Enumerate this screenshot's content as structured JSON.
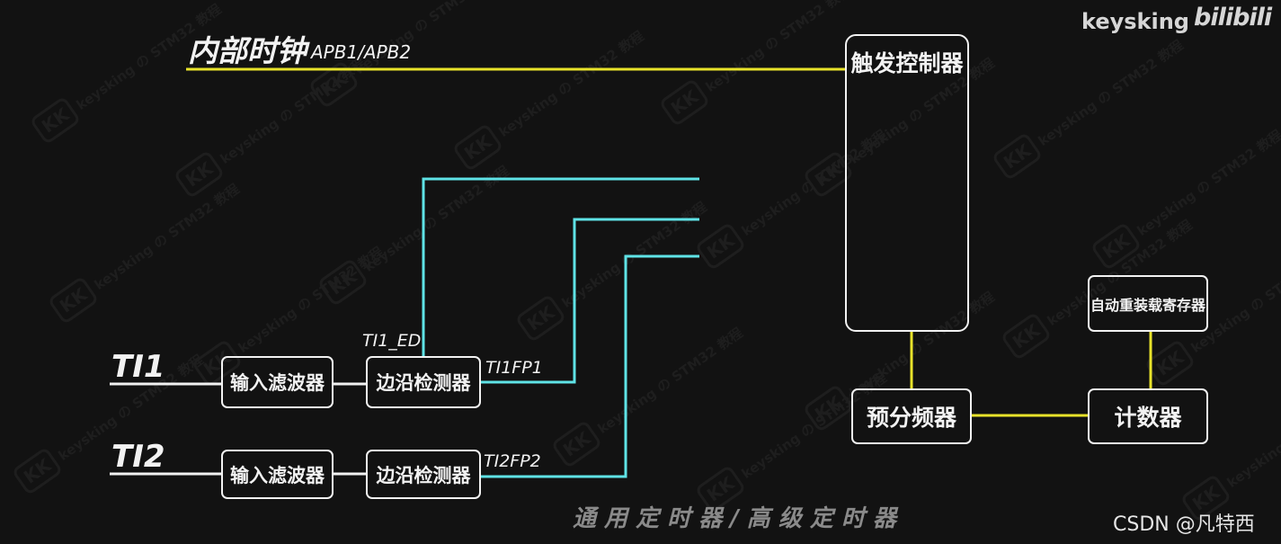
{
  "watermark": {
    "brand": "keysking",
    "mid": "の",
    "title": "STM32 教程",
    "logo": "KK"
  },
  "header": {
    "brand": "keysking",
    "site": "bilibili"
  },
  "diagram": {
    "clock_label": "内部时钟",
    "clock_sub": "APB1/APB2",
    "trigger": "触发控制器",
    "prescaler": "预分频器",
    "counter": "计数器",
    "arr": "自动重装载寄存器",
    "ti1": "TI1",
    "ti2": "TI2",
    "filter1": "输入滤波器",
    "filter2": "输入滤波器",
    "edge1": "边沿检测器",
    "edge2": "边沿检测器",
    "ti1_ed": "TI1_ED",
    "ti1fp1": "TI1FP1",
    "ti2fp2": "TI2FP2",
    "caption": "通 用 定 时 器 / 高 级 定 时 器"
  },
  "footer": {
    "credit": "CSDN @凡特西"
  },
  "colors": {
    "background": "#121212",
    "yellow": "#e8e32a",
    "cyan": "#5fe3e6",
    "white": "#f2f2f2",
    "caption": "#8a8a8a"
  }
}
